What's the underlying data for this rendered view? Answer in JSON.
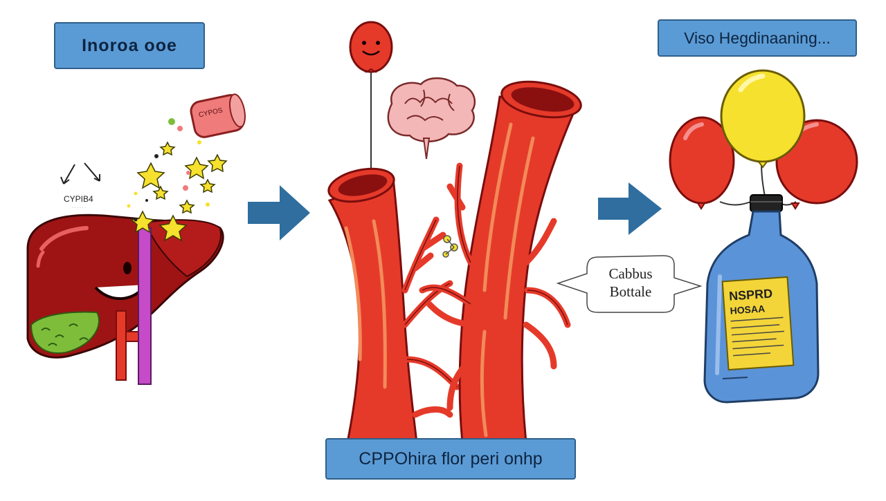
{
  "labels": {
    "top_left": "Inoroa ooe",
    "top_right": "Viso Hegdinaaning...",
    "bottom": "CPPOhira flor peri onhp"
  },
  "liver": {
    "enzyme_label": "CYPIB4",
    "pill_label": "CYPOS"
  },
  "callout": {
    "line1": "Cabbus",
    "line2": "Bottale"
  },
  "bottle": {
    "label_title": "NSPRD",
    "label_subtitle": "HOSAA"
  },
  "colors": {
    "label_fill": "#5b9bd5",
    "label_border": "#2e5f8a",
    "arrow": "#2f6e9e",
    "vessel": "#e53a2a",
    "liver": "#9e1414",
    "balloon_red": "#e53a2a",
    "balloon_yellow": "#f5e12e",
    "bottle": "#5b93d8",
    "bottle_label": "#f3d53a"
  },
  "icons": [
    "liver-icon",
    "star-icon",
    "pill-icon",
    "brain-icon",
    "balloon-icon",
    "blood-vessel-icon",
    "arrow-right-icon",
    "bottle-icon"
  ]
}
